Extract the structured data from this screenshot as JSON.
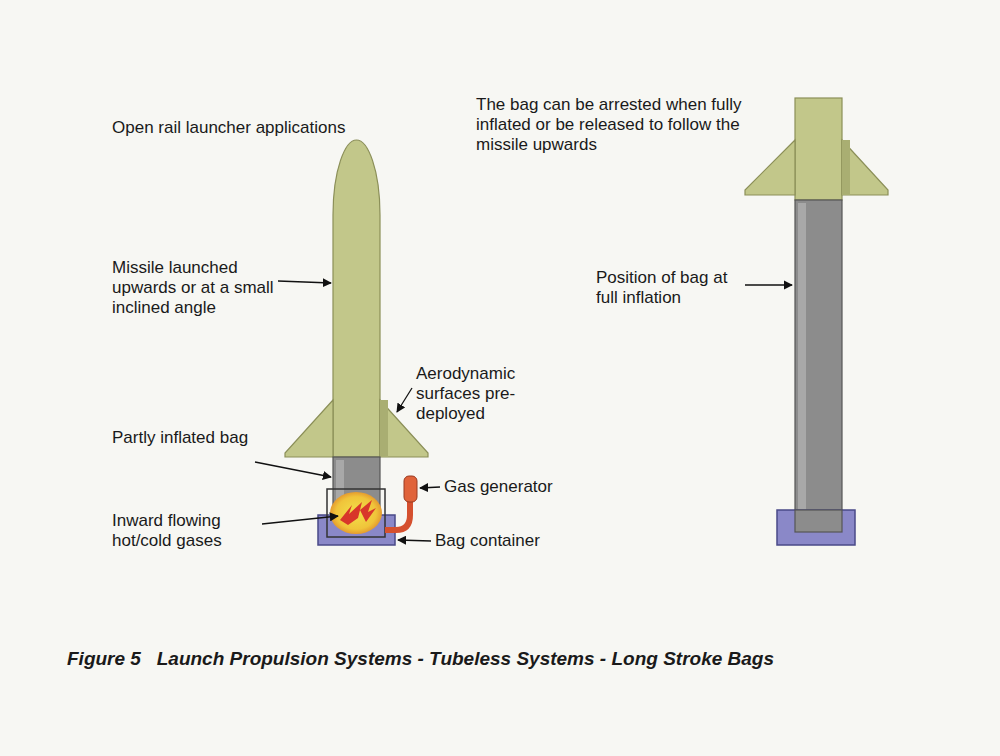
{
  "diagram": {
    "caption": "Figure 5   Launch Propulsion Systems - Tubeless Systems - Long Stroke Bags",
    "labels": [
      "Open rail launcher applications",
      "Missile launched upwards or at a small inclined angle",
      "Aerodynamic surfaces pre-deployed",
      "Partly inflated bag",
      "Gas generator",
      "Inward flowing hot/cold gases",
      "Bag container",
      "The bag can be arrested when fully inflated or be released to follow the missile upwards",
      "Position of bag at full inflation"
    ]
  }
}
